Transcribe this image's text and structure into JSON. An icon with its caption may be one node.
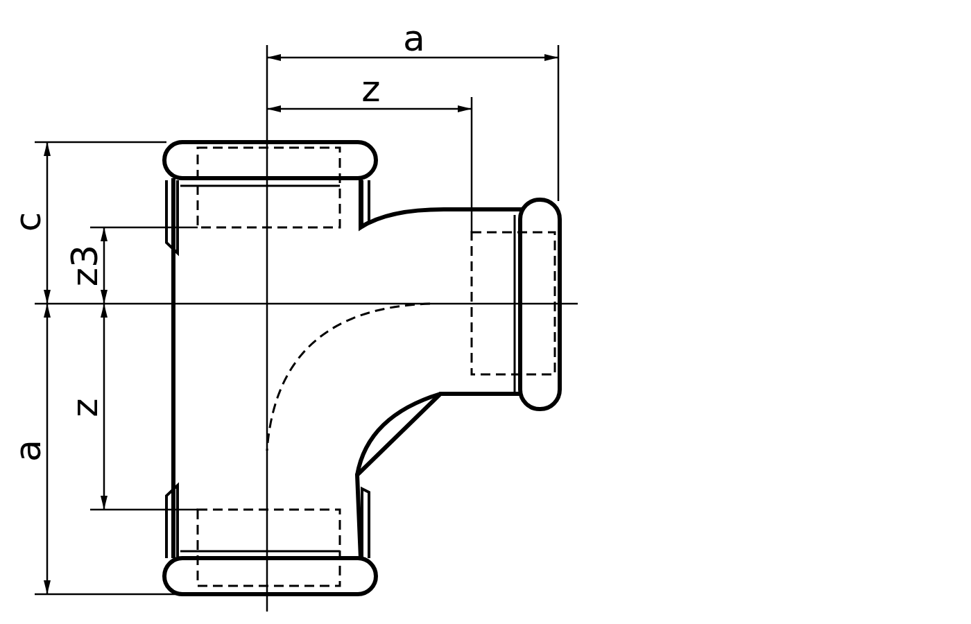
{
  "diagram": {
    "labels": [
      "a",
      "z",
      "c",
      "z3",
      "z",
      "a"
    ]
  }
}
